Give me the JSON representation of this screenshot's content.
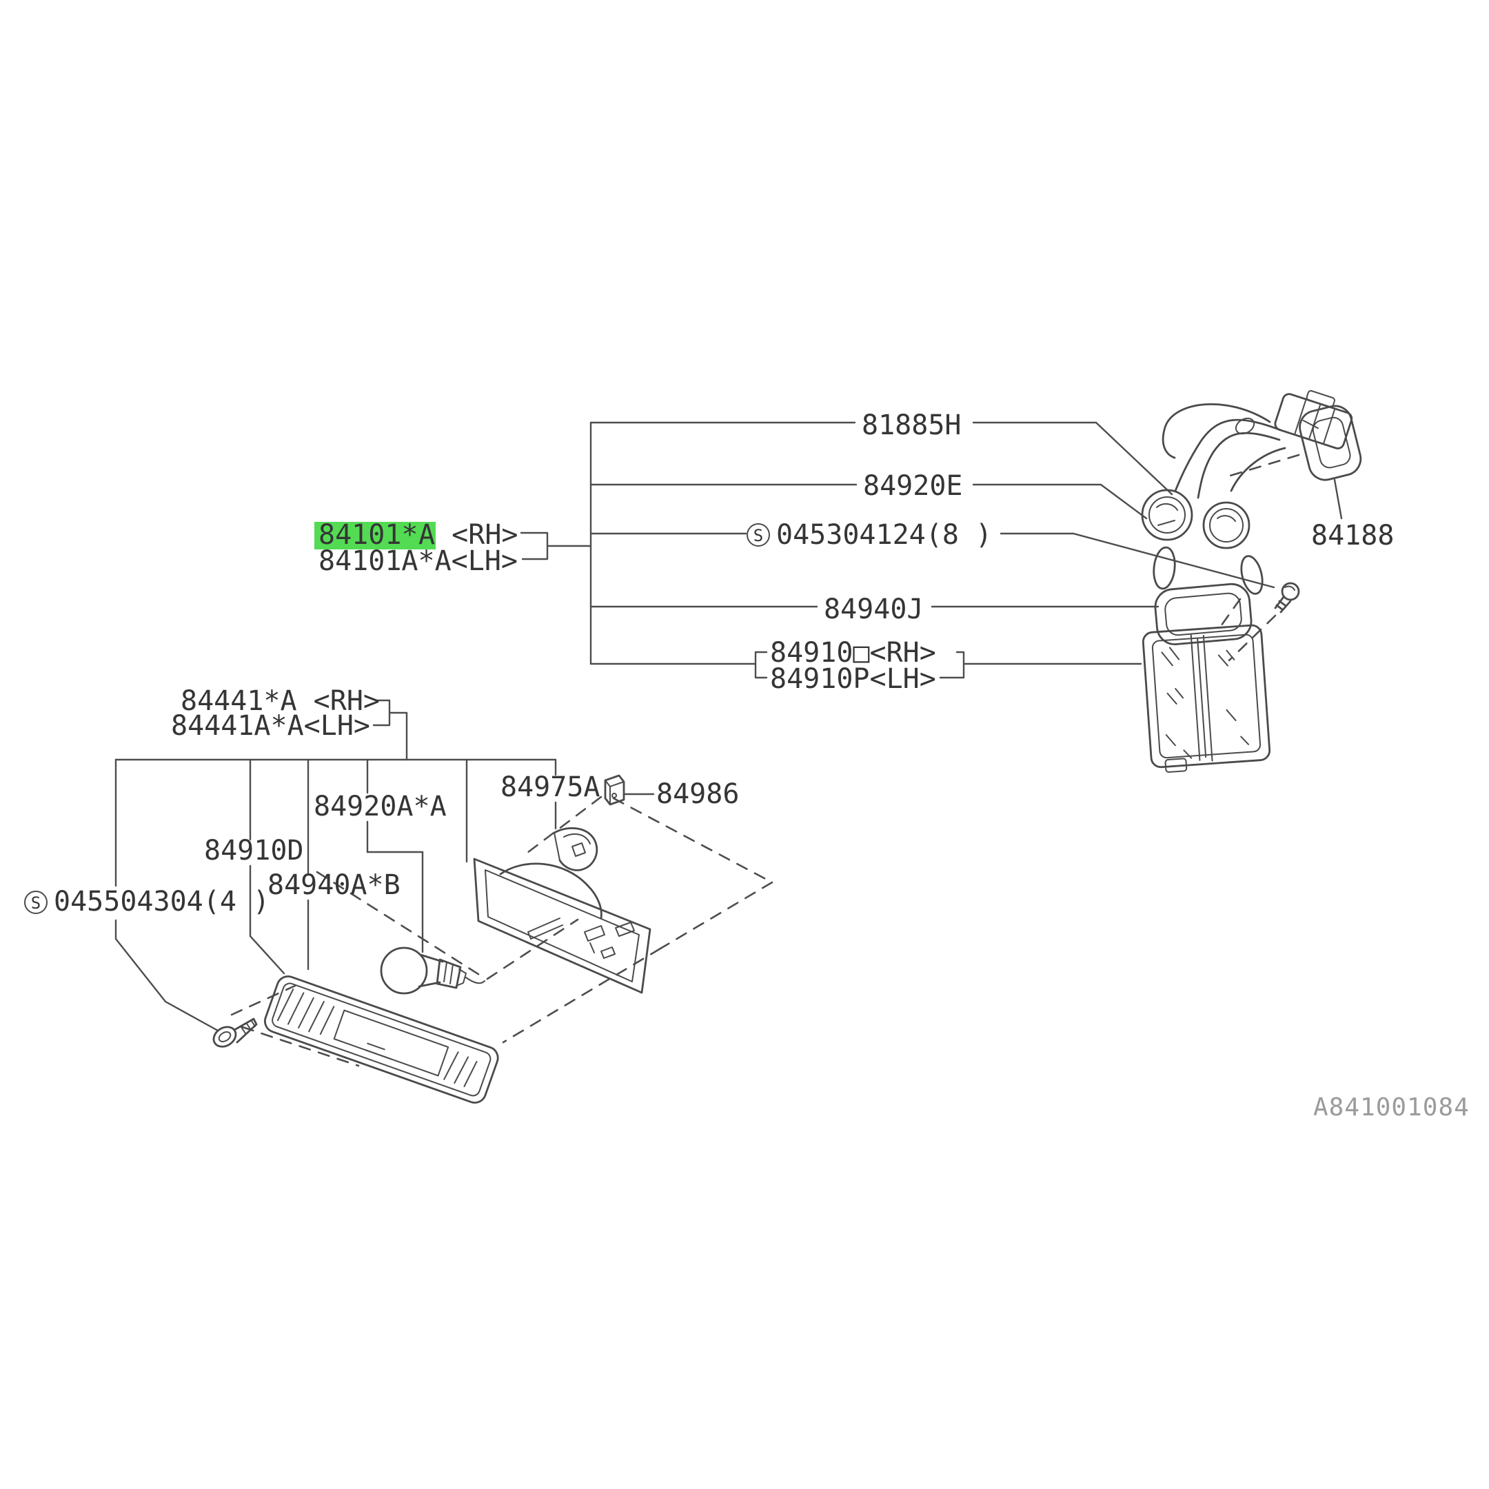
{
  "page": {
    "background": "#ffffff",
    "drawing_number": "A841001084",
    "highlight_color": "#54db54"
  },
  "labels": {
    "harness_cord": "81885H",
    "bulb_socket": "84920E",
    "screw_symbol_top": "S",
    "screw_top": "045304124(8 )",
    "packing_rear": "84940J",
    "rear_lamp_rh": "84910□<RH>",
    "rear_lamp_lh": "84910P<LH>",
    "cover": "84188",
    "lamp_rh_highlight": "84101*",
    "lamp_rh_rest": "A <RH>",
    "lamp_lh": "84101A*A<LH>",
    "rim_rh": "84441*A <RH>",
    "rim_lh": "84441A*A<LH>",
    "housing": "84975A",
    "clip": "84986",
    "bulb_front": "84920A*A",
    "front_lamp": "84910D",
    "packing_front": "84940A*B",
    "screw_symbol_left": "S",
    "screw_left": "045504304(4 )"
  }
}
